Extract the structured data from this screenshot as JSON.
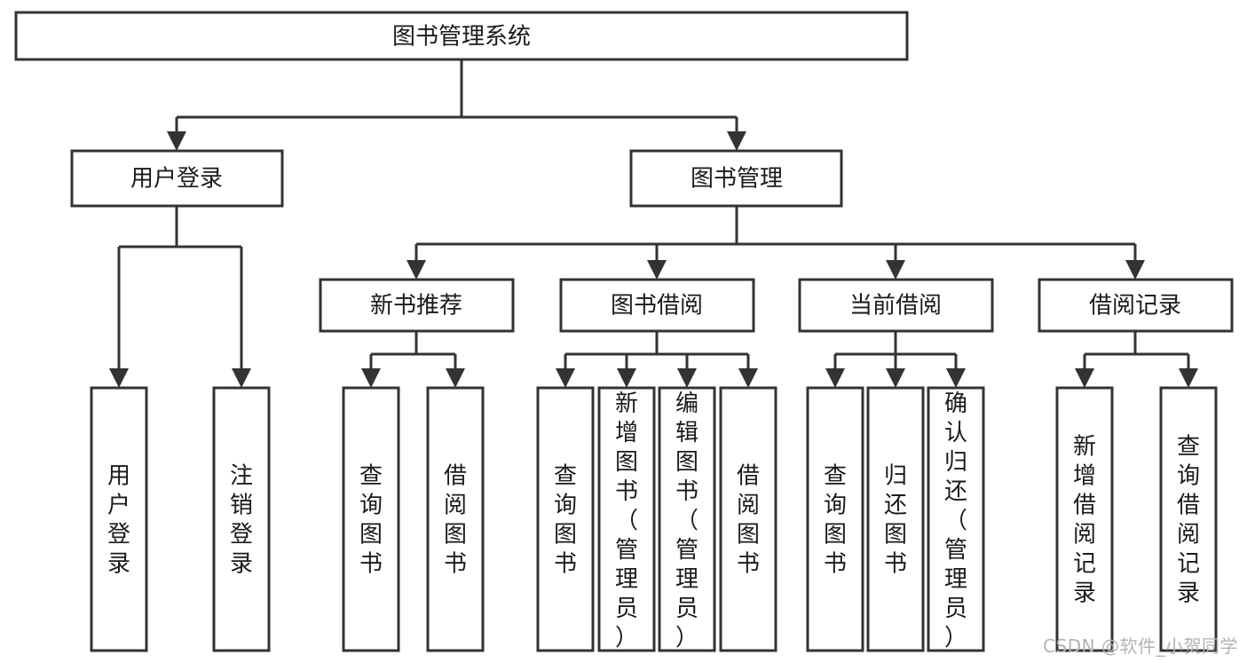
{
  "diagram": {
    "title": "图书管理系统",
    "type": "hierarchy-tree",
    "orientation": "top-down",
    "colors": {
      "box_fill": "#ffffff",
      "box_stroke": "#333333",
      "text": "#1a1a1a",
      "background": "#ffffff",
      "watermark": "#b3b3b3"
    },
    "levels": {
      "root": "图书管理系统",
      "level1": [
        "用户登录",
        "图书管理"
      ],
      "level2": [
        "新书推荐",
        "图书借阅",
        "当前借阅",
        "借阅记录"
      ]
    },
    "nodes": {
      "root": {
        "label": "图书管理系统"
      },
      "user_login": {
        "label": "用户登录"
      },
      "book_mgmt": {
        "label": "图书管理"
      },
      "new_book_rec": {
        "label": "新书推荐"
      },
      "book_borrow": {
        "label": "图书借阅"
      },
      "current_borrow": {
        "label": "当前借阅"
      },
      "borrow_record": {
        "label": "借阅记录"
      },
      "leaf_user_login": {
        "label": "用户登录"
      },
      "leaf_logout": {
        "label": "注销登录"
      },
      "leaf_query_book_1": {
        "label": "查询图书"
      },
      "leaf_borrow_book_1": {
        "label": "借阅图书"
      },
      "leaf_query_book_2": {
        "label": "查询图书"
      },
      "leaf_add_book": {
        "label": "新增图书（管理员）"
      },
      "leaf_edit_book": {
        "label": "编辑图书（管理员）"
      },
      "leaf_borrow_book_2": {
        "label": "借阅图书"
      },
      "leaf_query_book_3": {
        "label": "查询图书"
      },
      "leaf_return_book": {
        "label": "归还图书"
      },
      "leaf_confirm_return": {
        "label": "确认归还（管理员）"
      },
      "leaf_add_record": {
        "label": "新增借阅记录"
      },
      "leaf_query_record": {
        "label": "查询借阅记录"
      }
    },
    "edges": [
      {
        "from": "root",
        "to": "user_login"
      },
      {
        "from": "root",
        "to": "book_mgmt"
      },
      {
        "from": "user_login",
        "to": "leaf_user_login"
      },
      {
        "from": "user_login",
        "to": "leaf_logout"
      },
      {
        "from": "book_mgmt",
        "to": "new_book_rec"
      },
      {
        "from": "book_mgmt",
        "to": "book_borrow"
      },
      {
        "from": "book_mgmt",
        "to": "current_borrow"
      },
      {
        "from": "book_mgmt",
        "to": "borrow_record"
      },
      {
        "from": "new_book_rec",
        "to": "leaf_query_book_1"
      },
      {
        "from": "new_book_rec",
        "to": "leaf_borrow_book_1"
      },
      {
        "from": "book_borrow",
        "to": "leaf_query_book_2"
      },
      {
        "from": "book_borrow",
        "to": "leaf_add_book"
      },
      {
        "from": "book_borrow",
        "to": "leaf_edit_book"
      },
      {
        "from": "book_borrow",
        "to": "leaf_borrow_book_2"
      },
      {
        "from": "current_borrow",
        "to": "leaf_query_book_3"
      },
      {
        "from": "current_borrow",
        "to": "leaf_return_book"
      },
      {
        "from": "current_borrow",
        "to": "leaf_confirm_return"
      },
      {
        "from": "borrow_record",
        "to": "leaf_add_record"
      },
      {
        "from": "borrow_record",
        "to": "leaf_query_record"
      }
    ]
  },
  "watermark": {
    "text": "CSDN @软件_小贺同学"
  }
}
